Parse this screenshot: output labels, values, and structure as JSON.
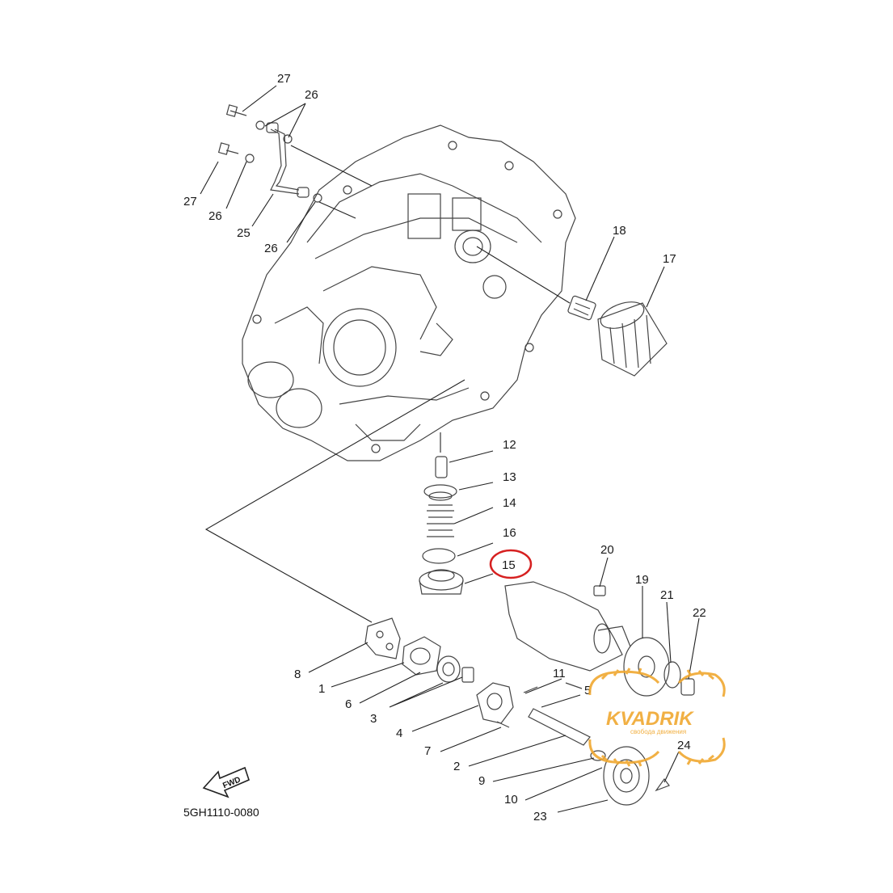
{
  "labels": {
    "l27a": "27",
    "l26a": "26",
    "l27b": "27",
    "l26b": "26",
    "l25": "25",
    "l26c": "26",
    "l18": "18",
    "l17": "17",
    "l12": "12",
    "l13": "13",
    "l14": "14",
    "l16": "16",
    "l15": "15",
    "l20": "20",
    "l19": "19",
    "l21": "21",
    "l22": "22",
    "l8": "8",
    "l1": "1",
    "l6": "6",
    "l3": "3",
    "l4": "4",
    "l11": "11",
    "l5": "5",
    "l7": "7",
    "l2": "2",
    "l9": "9",
    "l24": "24",
    "l10": "10",
    "l23": "23"
  },
  "highlight": {
    "part": "15",
    "color": "#d62020"
  },
  "fwd_text": "FWD",
  "diagram_code": "5GH1110-0080",
  "watermark": {
    "brand": "KVADRIK",
    "tagline": "свобода движения",
    "color": "#f0a830"
  }
}
